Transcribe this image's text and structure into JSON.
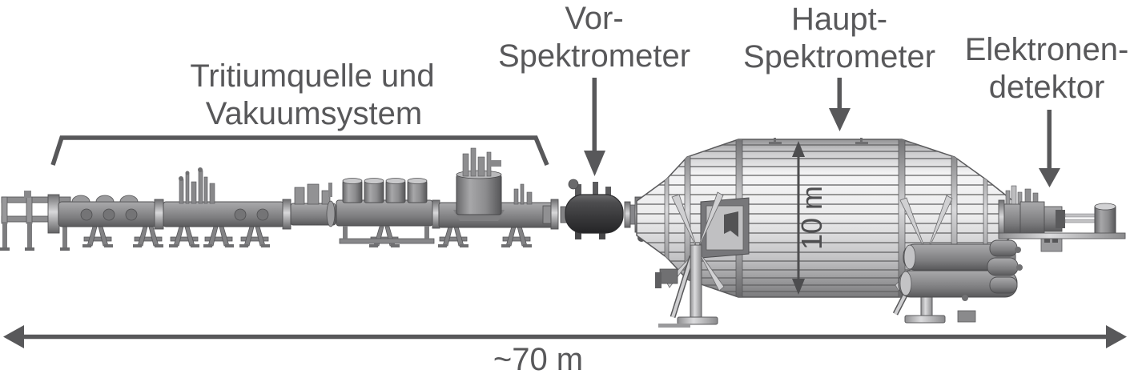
{
  "labels": {
    "source": {
      "line1": "Tritiumquelle und",
      "line2": "Vakuumsystem"
    },
    "pre_spectrometer": {
      "line1": "Vor-",
      "line2": "Spektrometer"
    },
    "main_spectrometer": {
      "line1": "Haupt-",
      "line2": "Spektrometer"
    },
    "detector": {
      "line1": "Elektronen-",
      "line2": "detektor"
    }
  },
  "measurements": {
    "spectrometer_diameter": "10 m",
    "total_length": "~70 m"
  },
  "colors": {
    "background": "#ffffff",
    "annotation": "#58585a",
    "machinery_dark": "#39393b",
    "machinery_mid": "#8a8a8c",
    "machinery_light": "#ececed"
  }
}
